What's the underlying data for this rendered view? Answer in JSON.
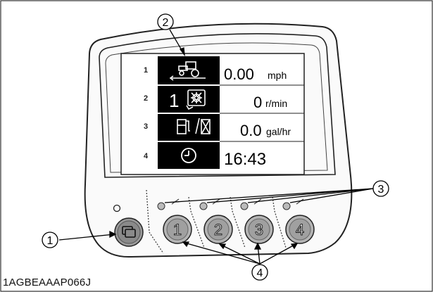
{
  "rows": [
    {
      "num": "1",
      "value": "0.00",
      "unit": "mph",
      "icon": "tractor-speed-icon"
    },
    {
      "num": "2",
      "value": "0",
      "unit": "r/min",
      "icon": "pto-speed-icon",
      "prefix": "1"
    },
    {
      "num": "3",
      "value": "0.0",
      "unit": "gal/hr",
      "icon": "fuel-consumption-icon"
    },
    {
      "num": "4",
      "value": "16:43",
      "unit": "",
      "icon": "clock-icon"
    }
  ],
  "buttons": {
    "mode_icon": "display-mode-icon",
    "numbered": [
      "1",
      "2",
      "3",
      "4"
    ]
  },
  "callouts": [
    "1",
    "2",
    "3",
    "4"
  ],
  "figure_code": "1AGBEAAAP066J"
}
